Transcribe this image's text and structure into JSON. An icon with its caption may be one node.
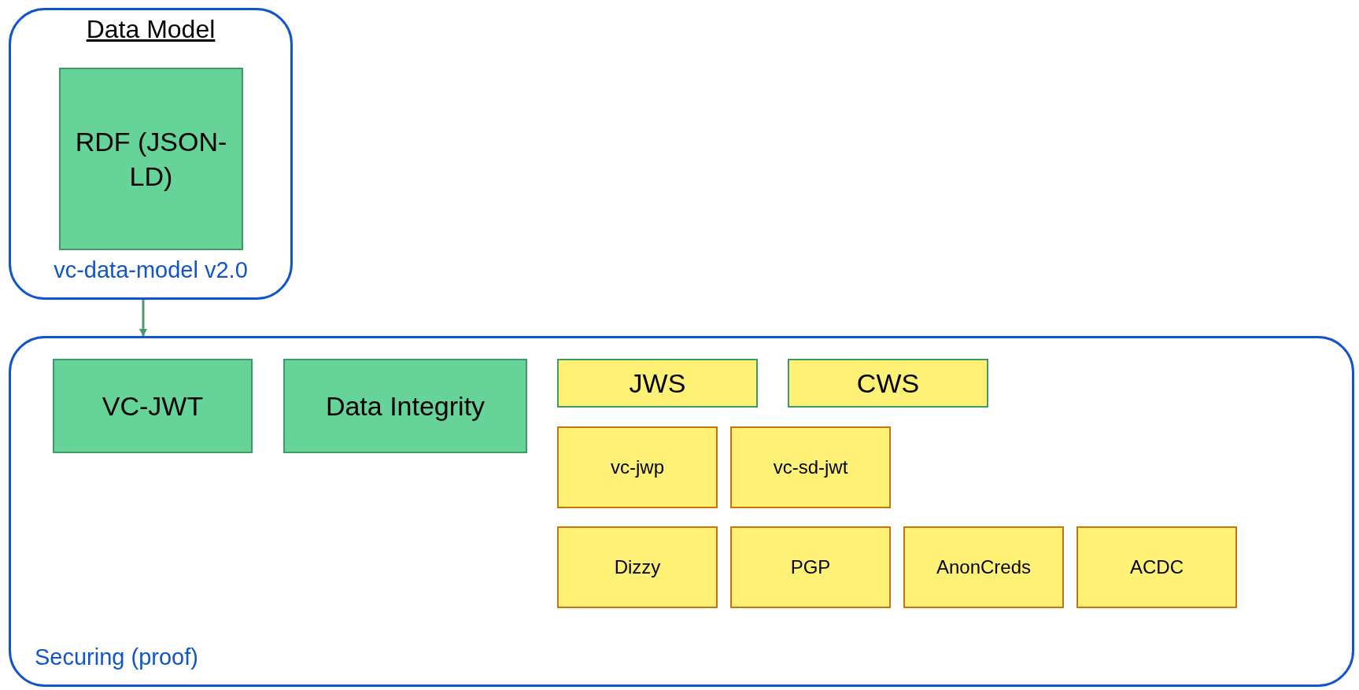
{
  "diagram": {
    "nodes": [
      {
        "text": [
          "Data Model",
          "vc-data-model v2.0"
        ]
      },
      {
        "text": [
          "RDF (JSON-LD)"
        ],
        "in": 0
      },
      {
        "text": [
          "Securing (proof)"
        ]
      },
      {
        "text": [
          "VC-JWT"
        ],
        "in": 2
      },
      {
        "text": [
          "Data Integrity"
        ],
        "in": 2
      },
      {
        "text": [
          "JWS"
        ],
        "in": 2
      },
      {
        "text": [
          "CWS"
        ],
        "in": 2
      },
      {
        "text": [
          "vc-jwp"
        ],
        "in": 2
      },
      {
        "text": [
          "vc-sd-jwt"
        ],
        "in": 2
      },
      {
        "text": [
          "Dizzy"
        ],
        "in": 2
      },
      {
        "text": [
          "PGP"
        ],
        "in": 2
      },
      {
        "text": [
          "AnonCreds"
        ],
        "in": 2
      },
      {
        "text": [
          "ACDC"
        ],
        "in": 2
      }
    ],
    "edges": [
      {
        "from": 0,
        "to": 2,
        "arrow": "to",
        "color": "#4a9a70"
      }
    ]
  }
}
